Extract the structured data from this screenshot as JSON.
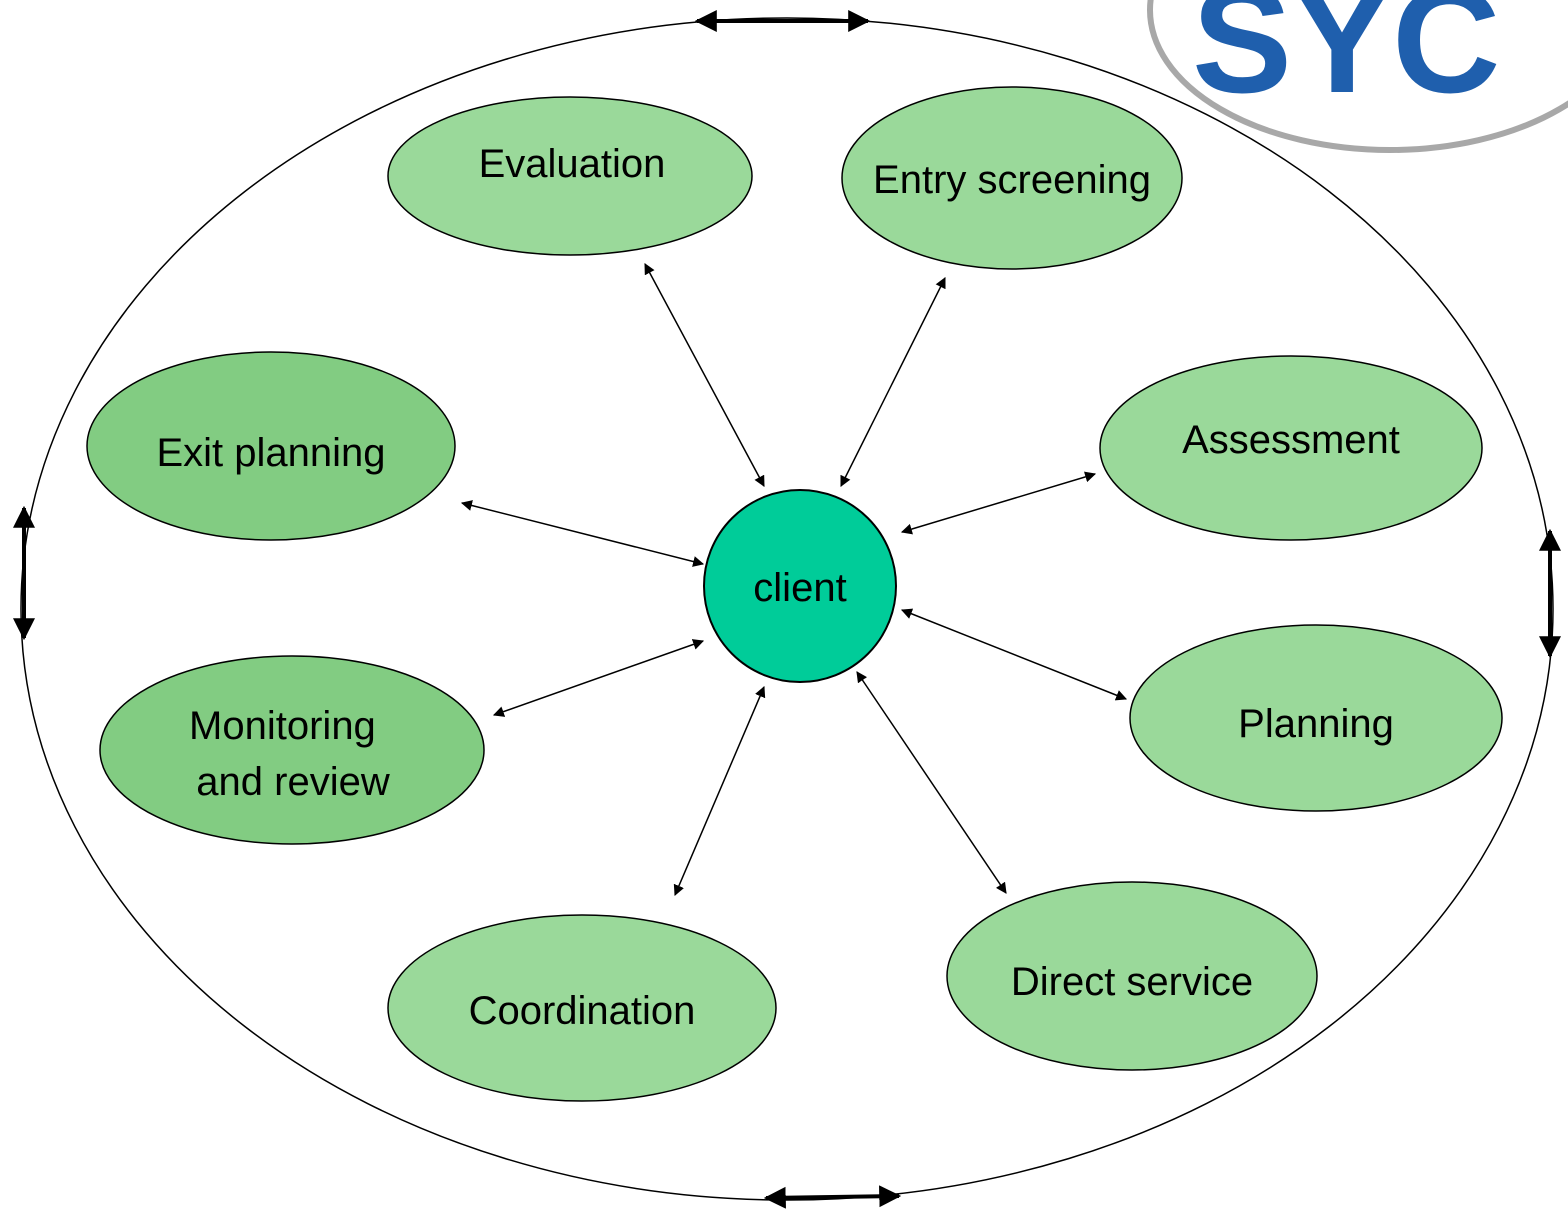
{
  "colors": {
    "background": "#ffffff",
    "node_fill": "#9ad99a",
    "node_fill_dark": "#82cc82",
    "center_fill": "#00cc99",
    "stroke": "#000000",
    "logo_blue": "#1f5fad",
    "logo_ring": "#a8a8a8"
  },
  "logo": {
    "text": "SYC"
  },
  "center": {
    "label": "client"
  },
  "nodes": {
    "evaluation": {
      "label": "Evaluation"
    },
    "entry_screening": {
      "label": "Entry screening"
    },
    "assessment": {
      "label": "Assessment"
    },
    "planning": {
      "label": "Planning"
    },
    "direct_service": {
      "label": "Direct service"
    },
    "coordination": {
      "label": "Coordination"
    },
    "monitoring_review": {
      "lines": [
        "Monitoring",
        "and review"
      ]
    },
    "exit_planning": {
      "label": "Exit planning"
    }
  },
  "connections": [
    {
      "from": "client",
      "to": "Evaluation",
      "direction": "both"
    },
    {
      "from": "client",
      "to": "Entry screening",
      "direction": "both"
    },
    {
      "from": "client",
      "to": "Assessment",
      "direction": "both"
    },
    {
      "from": "client",
      "to": "Planning",
      "direction": "both"
    },
    {
      "from": "client",
      "to": "Direct service",
      "direction": "both"
    },
    {
      "from": "client",
      "to": "Coordination",
      "direction": "both"
    },
    {
      "from": "client",
      "to": "Monitoring and review",
      "direction": "both"
    },
    {
      "from": "client",
      "to": "Exit planning",
      "direction": "both"
    }
  ],
  "outer_cycle": {
    "shape": "ellipse",
    "marker_arrows": [
      "top",
      "right",
      "bottom",
      "left"
    ],
    "arrow_direction": "both"
  }
}
